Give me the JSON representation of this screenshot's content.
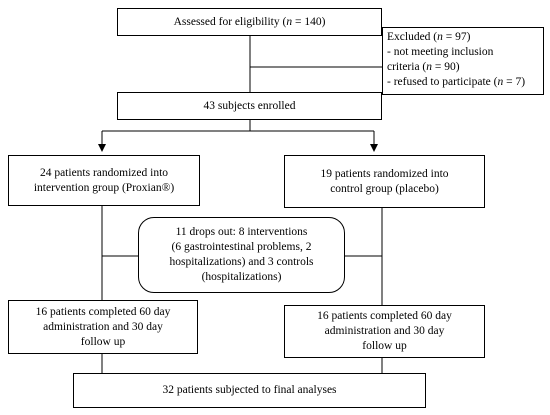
{
  "boxes": {
    "assessed": {
      "text": "Assessed for eligibility (",
      "n_label": "n",
      "n_value": " = 140)"
    },
    "excluded": {
      "line1_text": "Excluded (",
      "line1_n": "n",
      "line1_value": " = 97)",
      "line2": "- not meeting inclusion",
      "line3_text": "criteria (",
      "line3_n": "n",
      "line3_value": " = 90)",
      "line4_text": "- refused to participate (",
      "line4_n": "n",
      "line4_value": " = 7)"
    },
    "enrolled": {
      "text": "43 subjects enrolled"
    },
    "intervention_group": {
      "line1": "24 patients randomized into",
      "line2": "intervention group (Proxian®)"
    },
    "control_group": {
      "line1": "19 patients randomized into",
      "line2": "control group (placebo)"
    },
    "dropouts": {
      "line1": "11 drops out: 8 interventions",
      "line2": "(6 gastrointestinal problems, 2",
      "line3": "hospitalizations) and 3 controls",
      "line4": "(hospitalizations)"
    },
    "completed_intervention": {
      "line1": "16 patients completed 60 day",
      "line2": "administration and 30 day",
      "line3": "follow up"
    },
    "completed_control": {
      "line1": "16 patients completed 60 day",
      "line2": "administration and 30 day",
      "line3": "follow up"
    },
    "final": {
      "text": "32 patients subjected to final analyses"
    }
  }
}
